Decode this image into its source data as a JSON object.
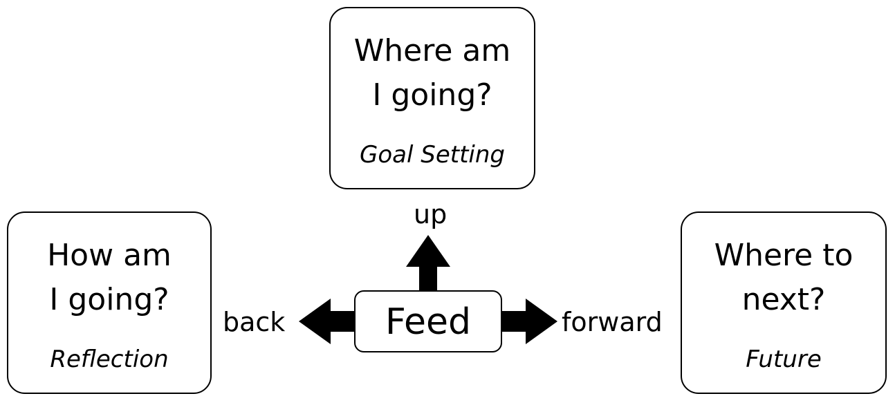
{
  "nodes": {
    "up": {
      "question": "Where am\nI going?",
      "subtitle": "Goal Setting"
    },
    "back": {
      "question": "How am\nI going?",
      "subtitle": "Reflection"
    },
    "forward": {
      "question": "Where to\nnext?",
      "subtitle": "Future"
    },
    "center": {
      "label": "Feed"
    }
  },
  "directions": {
    "up": "up",
    "back": "back",
    "forward": "forward"
  }
}
